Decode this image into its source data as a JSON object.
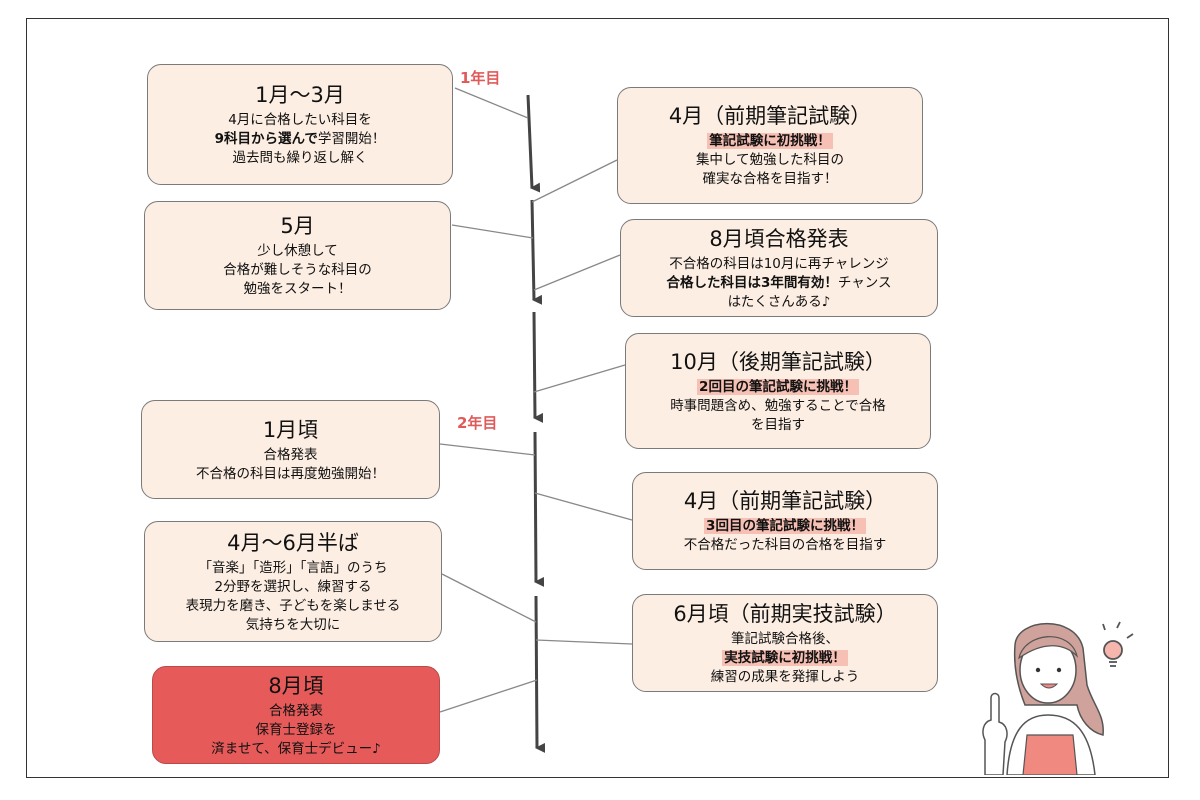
{
  "year_labels": [
    "1年目",
    "2年目"
  ],
  "boxes": {
    "jan_mar": {
      "title": "1月〜3月",
      "l1": "4月に合格したい科目を",
      "l2a": "9科目から選んで",
      "l2b": "学習開始！",
      "l3": "過去問も繰り返し解く"
    },
    "may": {
      "title": "5月",
      "l1": "少し休憩して",
      "l2": "合格が難しそうな科目の",
      "l3": "勉強をスタート！"
    },
    "jan": {
      "title": "1月頃",
      "l1": "合格発表",
      "l2": "不合格の科目は再度勉強開始！"
    },
    "apr_jun": {
      "title": "4月〜6月半ば",
      "l1": "「音楽」「造形」「言語」のうち",
      "l2": "2分野を選択し、練習する",
      "l3": "表現力を磨き、子どもを楽しませる",
      "l4": "気持ちを大切に"
    },
    "aug_final": {
      "title": "8月頃",
      "l1": "合格発表",
      "l2": "保育士登録を",
      "l3": "済ませて、保育士デビュー♪"
    },
    "apr1": {
      "title": "4月（前期筆記試験）",
      "hl": "筆記試験に初挑戦！",
      "l1": "集中して勉強した科目の",
      "l2": "確実な合格を目指す！"
    },
    "aug_result": {
      "title": "8月頃合格発表",
      "l1": "不合格の科目は10月に再チャレンジ",
      "l2a": "合格した科目は3年間有効！",
      "l2b": "チャンス",
      "l3": "はたくさんある♪"
    },
    "oct": {
      "title": "10月（後期筆記試験）",
      "hl": "2回目の筆記試験に挑戦！",
      "l1": "時事問題含め、勉強することで合格",
      "l2": "を目指す"
    },
    "apr2": {
      "title": "4月（前期筆記試験）",
      "hl": "3回目の筆記試験に挑戦！",
      "l1": "不合格だった科目の合格を目指す"
    },
    "jun": {
      "title": "6月頃（前期実技試験）",
      "l1": "筆記試験合格後、",
      "hl": "実技試験に初挑戦！",
      "l2": "練習の成果を発揮しよう"
    }
  },
  "colors": {
    "box_fill": "#fdeee3",
    "final_fill": "#e65a5a",
    "accent": "#e05a5a",
    "highlight": "#f7c0b4"
  }
}
